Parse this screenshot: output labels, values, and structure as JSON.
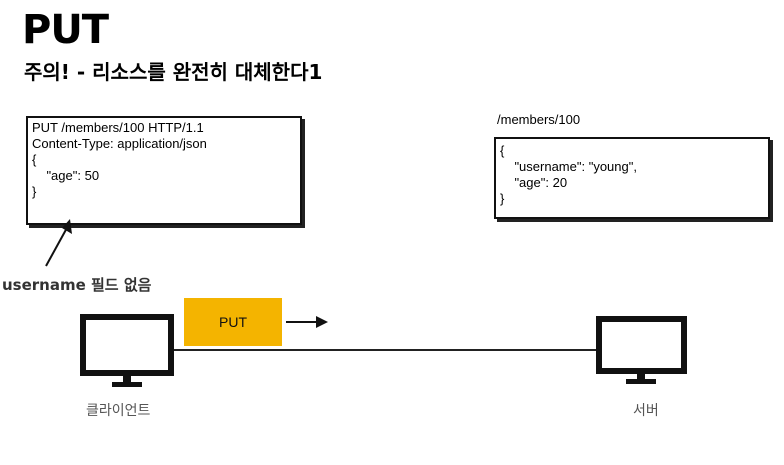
{
  "title": "PUT",
  "subtitle": "주의! - 리소스를 완전히 대체한다1",
  "request": {
    "lines": [
      "PUT /members/100 HTTP/1.1",
      "Content-Type: application/json",
      "",
      "{",
      "    \"age\": 50",
      "}"
    ]
  },
  "resource": {
    "path": "/members/100",
    "lines": [
      "{",
      "    \"username\": \"young\",",
      "    \"age\": 20",
      "}"
    ]
  },
  "annotation": "username 필드 없음",
  "method_button": {
    "label": "PUT",
    "color": "#f4b400"
  },
  "client_label": "클라이언트",
  "server_label": "서버",
  "icons": [
    "computer-icon",
    "arrow-icon"
  ]
}
